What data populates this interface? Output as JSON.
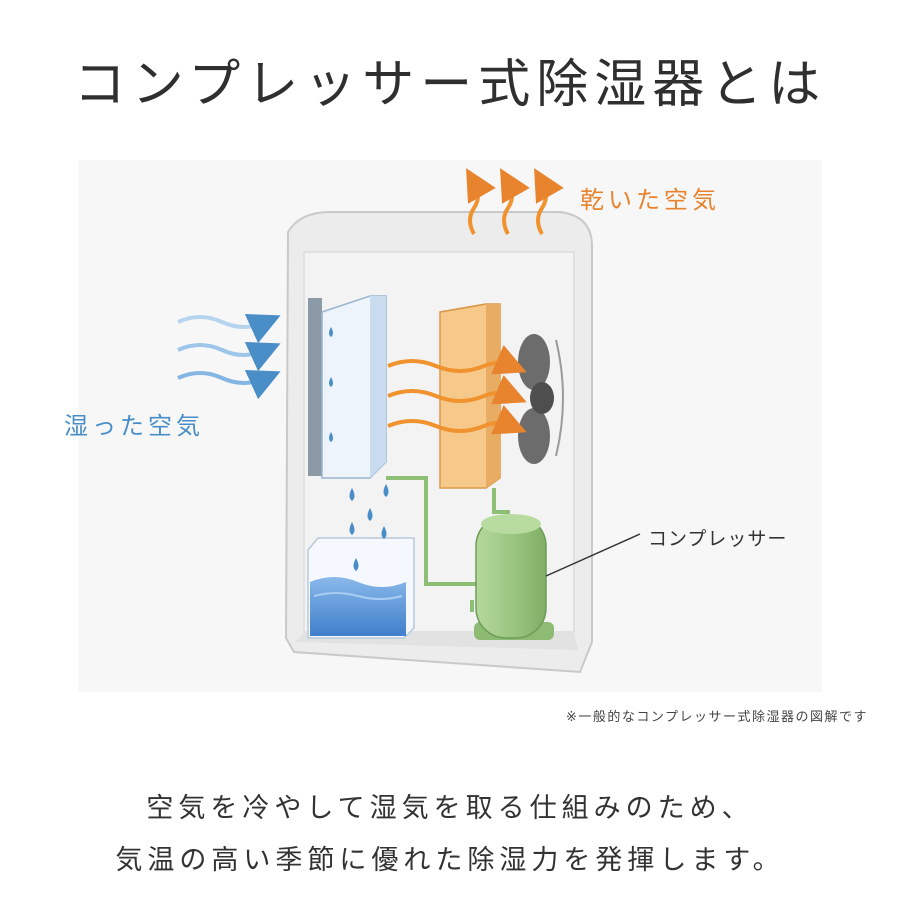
{
  "title": "コンプレッサー式除湿器とは",
  "labels": {
    "dry_air": "乾いた空気",
    "humid_air": "湿った空気",
    "compressor": "コンプレッサー"
  },
  "note": "※一般的なコンプレッサー式除湿器の図解です",
  "description": {
    "line1": "空気を冷やして湿気を取る仕組みのため、",
    "line2": "気温の高い季節に優れた除湿力を発揮します。"
  },
  "colors": {
    "dry_air": "#e8832e",
    "humid_air": "#4a8ec8",
    "compressor": "#9cc682",
    "water": "#5b95d6",
    "heat_coil": "#f6c98a",
    "cold_coil": "#dbe9f8"
  },
  "icons": [
    "fan-icon",
    "water-drop-icon",
    "wavy-arrow-icon"
  ]
}
